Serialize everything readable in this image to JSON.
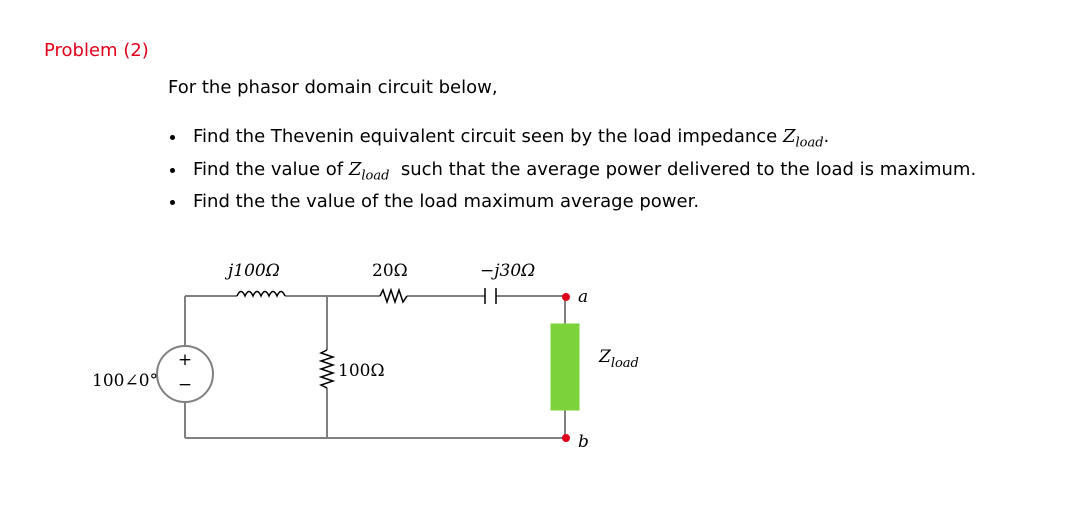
{
  "problem": {
    "title": "Problem (2)",
    "intro": "For the phasor domain circuit below,",
    "bullets": [
      {
        "text_before": "Find the Thevenin equivalent circuit seen by the load impedance ",
        "z": "Z",
        "sub": "load",
        "text_after": "."
      },
      {
        "text_before": "Find the value of ",
        "z": "Z",
        "sub": "load",
        "text_after": "  such that the average power delivered to the load is maximum."
      },
      {
        "text_before": "Find the the value of the load maximum average power.",
        "z": "",
        "sub": "",
        "text_after": ""
      }
    ]
  },
  "circuit": {
    "source_label": "100∠0°",
    "source_plus": "+",
    "source_minus": "−",
    "inductor_label": "j100Ω",
    "resistor_series_label": "20Ω",
    "capacitor_label": "−j30Ω",
    "resistor_shunt_label": "100Ω",
    "terminal_a": "a",
    "terminal_b": "b",
    "load_z": "Z",
    "load_sub": "load"
  },
  "colors": {
    "title": "#e0001b",
    "terminal_dot": "#e0001b",
    "load_fill": "#7cd23a",
    "load_stroke": "#7cd23a",
    "wire": "#808080"
  }
}
